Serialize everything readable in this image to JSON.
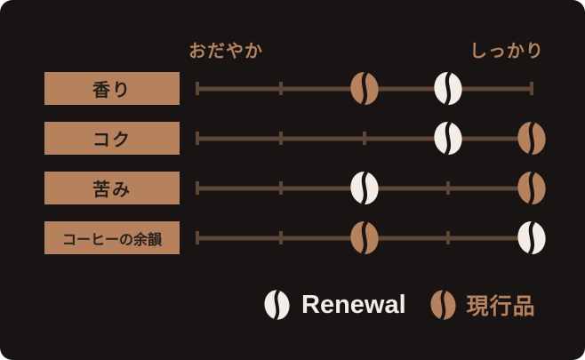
{
  "chart_data": {
    "type": "dot-scale",
    "title": "",
    "scale": {
      "min": 1,
      "max": 5,
      "tick_count": 5,
      "min_label": "おだやか",
      "max_label": "しっかり"
    },
    "categories": [
      "香り",
      "コク",
      "苦み",
      "コーヒーの余韻"
    ],
    "series": [
      {
        "name": "Renewal",
        "color": "#f2ede7",
        "values": [
          4,
          4,
          3,
          5
        ]
      },
      {
        "name": "現行品",
        "color": "#b5825d",
        "values": [
          3,
          5,
          5,
          3
        ]
      }
    ],
    "legend_position": "bottom"
  },
  "icons": {
    "series_marker": "coffee-bean-icon"
  },
  "colors": {
    "background": "#171413",
    "brown_accent": "#b5825d",
    "track_line": "#5e4534",
    "label_text_dark": "#242019",
    "renewal_white": "#f2ede7"
  }
}
